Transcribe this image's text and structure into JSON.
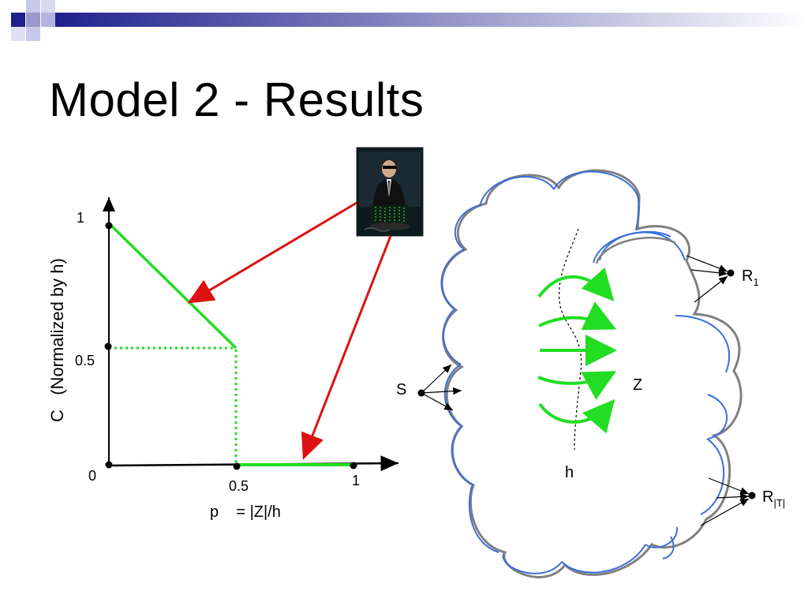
{
  "title": "Model 2 - Results",
  "graph": {
    "y_axis_label": "C   (Normalized by h)",
    "y_ticks": [
      "1",
      "0.5",
      "0"
    ],
    "x_ticks": [
      "0.5",
      "1"
    ],
    "x_axis_label": "p    = |Z|/h"
  },
  "photo": {
    "description_icon": "agent-portrait-icon"
  },
  "network": {
    "source_label": "S",
    "zone_label": "Z",
    "cut_label": "h",
    "receiver_1_label": "R",
    "receiver_1_sub": "1",
    "receiver_t_label": "R",
    "receiver_t_sub": "|T|"
  },
  "colors": {
    "curve": "#22dd22",
    "arrow": "#dd1111",
    "cloud_outer": "#808080",
    "cloud_inner": "#3a6fd8",
    "header_bar": "#1e1e8c"
  }
}
